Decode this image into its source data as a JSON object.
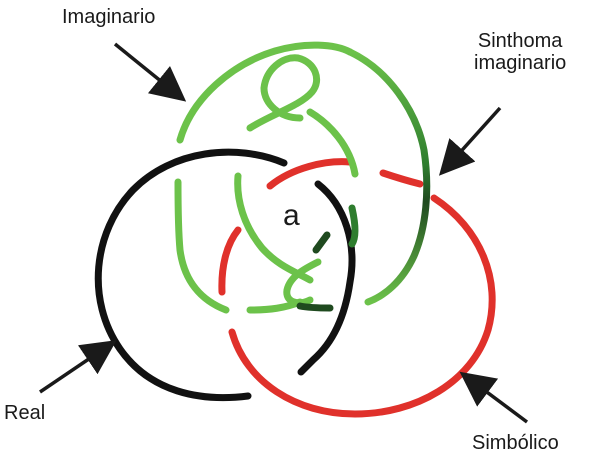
{
  "labels": {
    "imaginario": "Imaginario",
    "sinthoma_line1": "Sinthoma",
    "sinthoma_line2": "imaginario",
    "real": "Real",
    "simbolico": "Simbólico",
    "center": "a"
  },
  "colors": {
    "imaginario": "#6cc24a",
    "sinthoma": "#1f5a1f",
    "real": "#111111",
    "simbolico": "#e0312b",
    "arrow": "#1a1a1a"
  }
}
